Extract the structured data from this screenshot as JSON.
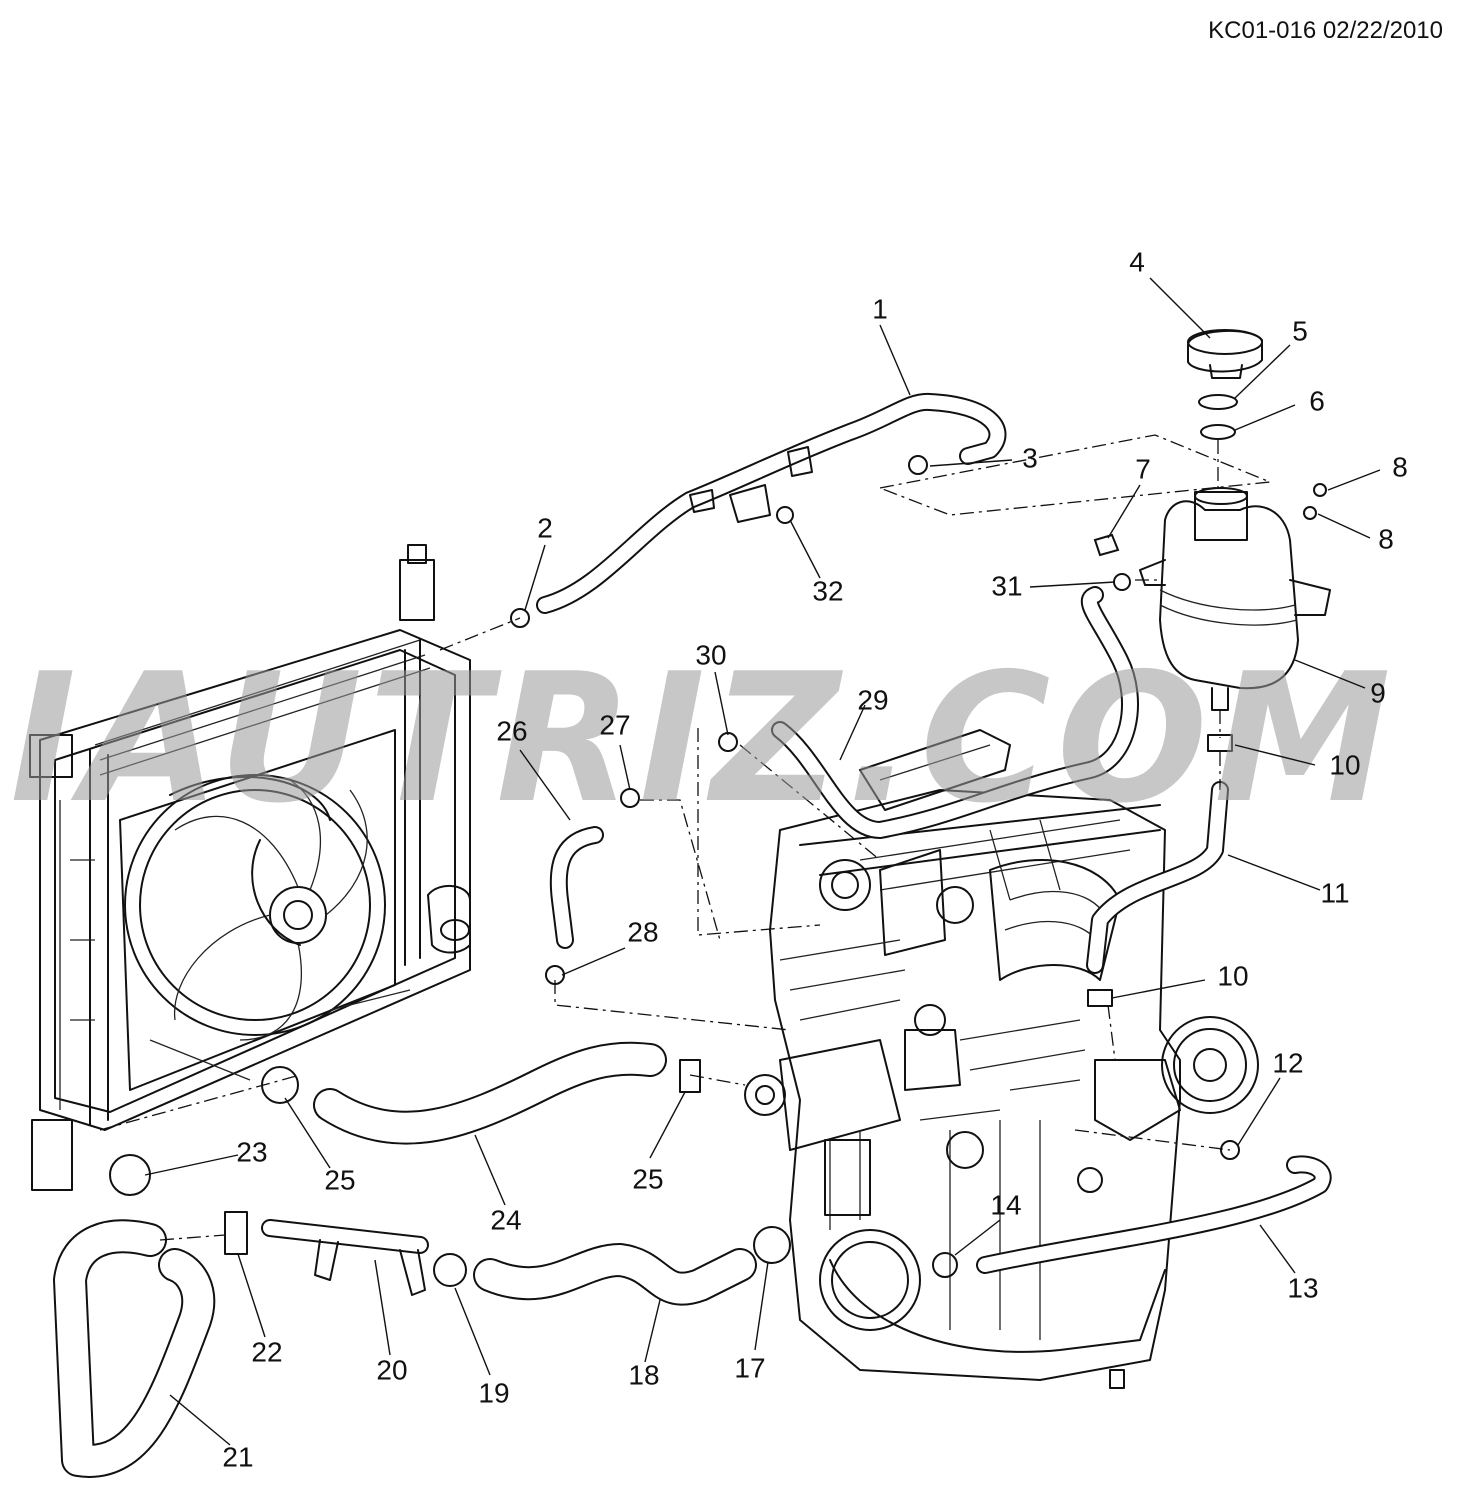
{
  "doc_id": "KC01-016 02/22/2010",
  "watermark": "IAUTRIZ.COM",
  "callouts": [
    "1",
    "2",
    "3",
    "4",
    "5",
    "6",
    "7",
    "8",
    "8",
    "9",
    "10",
    "10",
    "11",
    "12",
    "13",
    "14",
    "17",
    "18",
    "19",
    "20",
    "21",
    "22",
    "23",
    "24",
    "25",
    "25",
    "26",
    "27",
    "28",
    "29",
    "30",
    "31",
    "32"
  ]
}
